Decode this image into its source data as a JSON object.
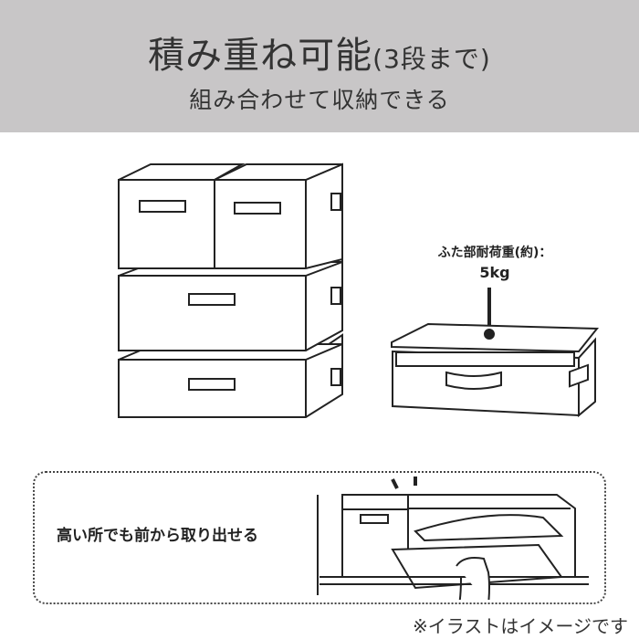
{
  "header": {
    "title": "積み重ね可能",
    "title_suffix": "(3段まで)",
    "subtitle": "組み合わせて収納できる"
  },
  "load": {
    "label": "ふた部耐荷重(約)：",
    "value": "5kg"
  },
  "feature": {
    "text": "高い所でも前から取り出せる"
  },
  "note": "※イラストはイメージです",
  "colors": {
    "header_bg": "#c8c6c7",
    "text": "#333333",
    "line": "#222222"
  }
}
